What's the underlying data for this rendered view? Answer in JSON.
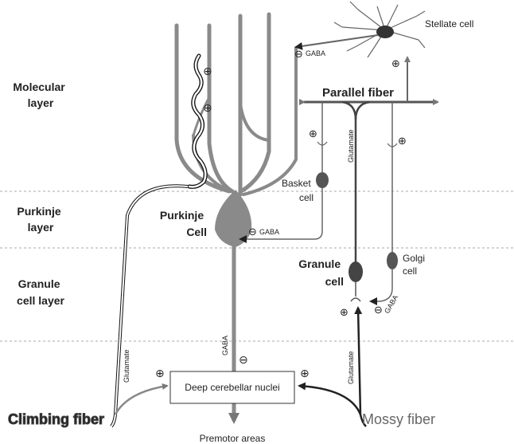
{
  "layers": {
    "molecular": [
      "Molecular",
      "layer"
    ],
    "purkinje": [
      "Purkinje",
      "layer"
    ],
    "granule": [
      "Granule",
      "cell layer"
    ]
  },
  "cells": {
    "stellate": "Stellate cell",
    "parallel_fiber": "Parallel fiber",
    "basket": [
      "Basket",
      "cell"
    ],
    "purkinje": [
      "Purkinje",
      "Cell"
    ],
    "granule": [
      "Granule",
      "cell"
    ],
    "golgi": [
      "Golgi",
      "cell"
    ]
  },
  "inputs": {
    "climbing_fiber": "Climbing fiber",
    "mossy_fiber": "Mossy fiber"
  },
  "nuclei": "Deep cerebellar nuclei",
  "output": "Premotor areas",
  "transmitters": {
    "gaba": "GABA",
    "glutamate": "Glutamate"
  },
  "symbols": {
    "excitatory": "⊕",
    "inhibitory": "⊖"
  },
  "colors": {
    "dendrite": "#8a8a8a",
    "axon": "#6f6f6f",
    "cell_body": "#6f6f6f",
    "purkinje_body": "#8a8a8a",
    "text": "#222222",
    "divider": "#aaaaaa"
  }
}
